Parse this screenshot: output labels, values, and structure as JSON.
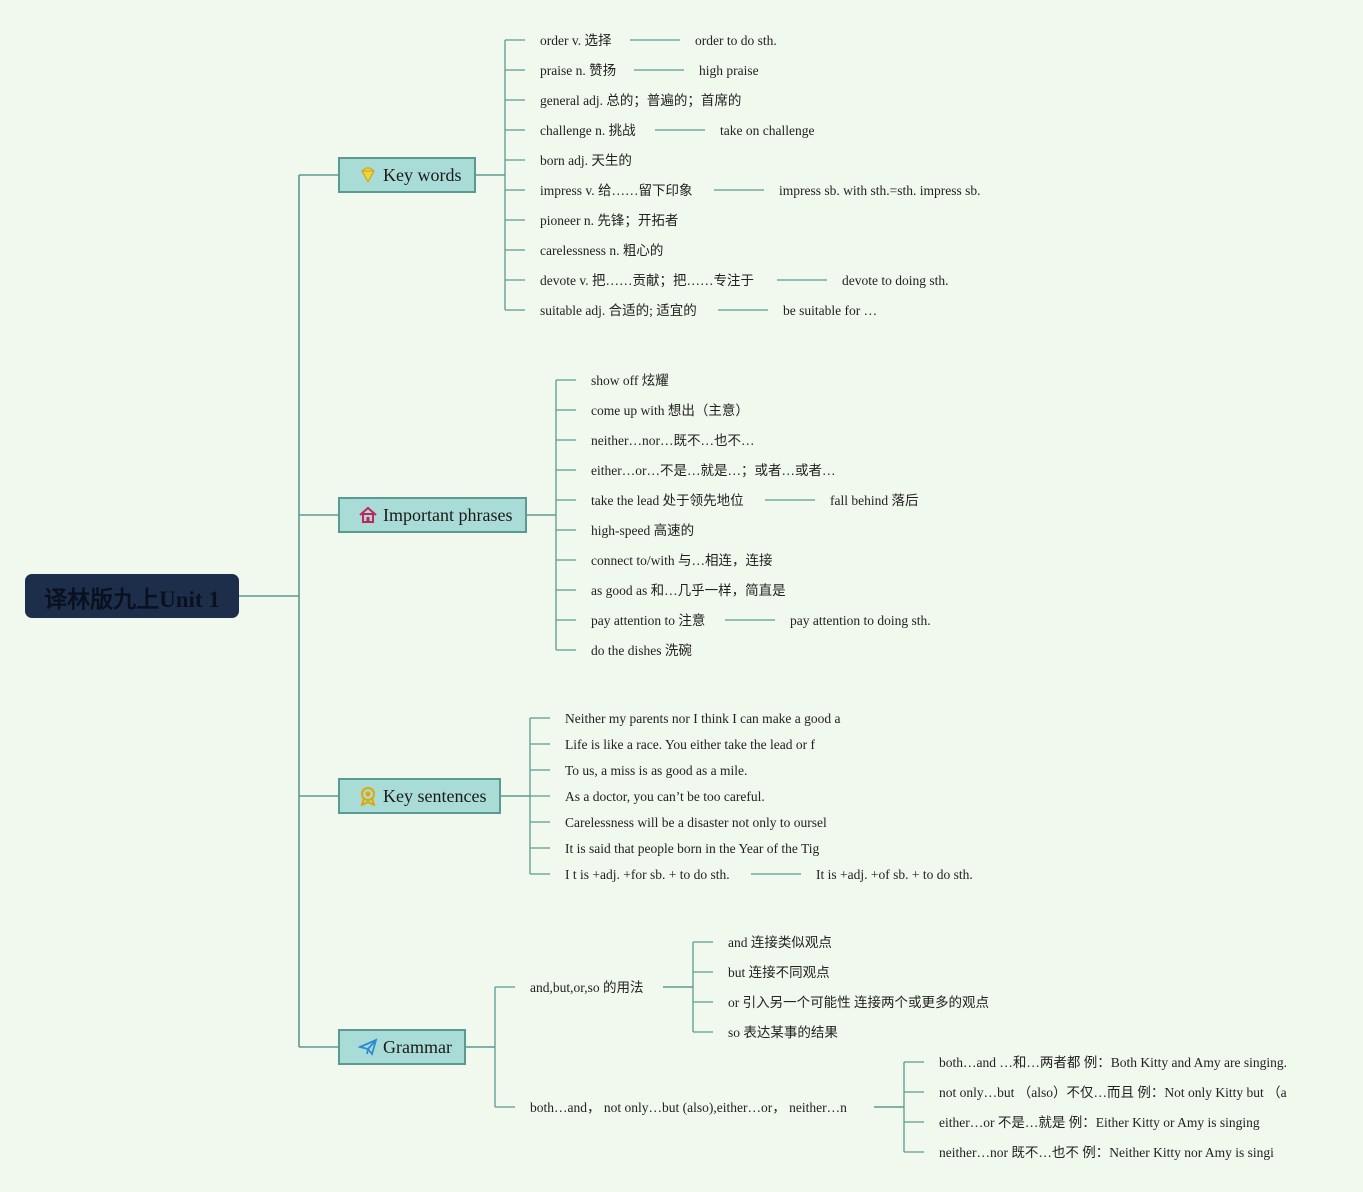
{
  "root": {
    "title": "译林版九上Unit 1"
  },
  "branches": [
    {
      "label": "Key words",
      "icon": "gem-icon",
      "items": [
        {
          "text": "order v. 选择",
          "detail": "order to do sth."
        },
        {
          "text": "praise n. 赞扬",
          "detail": "high praise"
        },
        {
          "text": "general adj. 总的；普遍的；首席的"
        },
        {
          "text": "challenge n. 挑战",
          "detail": "take on challenge"
        },
        {
          "text": "born adj. 天生的"
        },
        {
          "text": "impress v. 给……留下印象",
          "detail": "impress sb. with sth.=sth. impress sb."
        },
        {
          "text": "pioneer n. 先锋；开拓者"
        },
        {
          "text": "carelessness n. 粗心的"
        },
        {
          "text": "devote v. 把……贡献；把……专注于",
          "detail": "devote to doing sth."
        },
        {
          "text": "suitable adj. 合适的; 适宜的",
          "detail": "be suitable for …"
        }
      ]
    },
    {
      "label": "Important phrases",
      "icon": "house-icon",
      "items": [
        {
          "text": "show off 炫耀"
        },
        {
          "text": "come up with 想出（主意）"
        },
        {
          "text": "neither…nor…既不…也不…"
        },
        {
          "text": "either…or…不是…就是…；或者…或者…"
        },
        {
          "text": "take the lead 处于领先地位",
          "detail": "fall behind 落后"
        },
        {
          "text": "high-speed 高速的"
        },
        {
          "text": "connect to/with 与…相连，连接"
        },
        {
          "text": "as good as 和…几乎一样，简直是"
        },
        {
          "text": "pay attention to 注意",
          "detail": "pay attention to doing sth."
        },
        {
          "text": "do the dishes 洗碗"
        }
      ]
    },
    {
      "label": "Key sentences",
      "icon": "award-icon",
      "items": [
        {
          "text": "Neither my parents nor I think I can make a good a"
        },
        {
          "text": "Life is like a race. You either take the lead or f"
        },
        {
          "text": "To us, a miss is as good as a mile."
        },
        {
          "text": "As a doctor, you can’t be too careful."
        },
        {
          "text": "Carelessness will be a disaster not only to oursel"
        },
        {
          "text": "It is said that people born in the Year of the Tig"
        },
        {
          "text": "I t is +adj. +for sb. + to do sth.",
          "detail": "It is +adj. +of sb. + to do sth."
        }
      ]
    },
    {
      "label": "Grammar",
      "icon": "paper-plane-icon",
      "groups": [
        {
          "text": "and,but,or,so 的用法",
          "items": [
            {
              "text": "and 连接类似观点"
            },
            {
              "text": "but 连接不同观点"
            },
            {
              "text": "or 引入另一个可能性 连接两个或更多的观点"
            },
            {
              "text": "so 表达某事的结果"
            }
          ]
        },
        {
          "text": "both…and， not only…but (also),either…or， neither…n",
          "items": [
            {
              "text": "both…and …和…两者都 例：Both Kitty and Amy are singing."
            },
            {
              "text": "not only…but （also）不仅…而且 例：Not only Kitty but （a"
            },
            {
              "text": "either…or 不是…就是 例：Either Kitty or Amy is singing"
            },
            {
              "text": "neither…nor 既不…也不 例：Neither Kitty nor Amy is singi"
            }
          ]
        }
      ]
    }
  ],
  "colors": {
    "background": "#f1f8ee",
    "line": "#5a9a90",
    "root_fill": "#1c2e4a",
    "branch_fill": "#a9dcd6"
  }
}
